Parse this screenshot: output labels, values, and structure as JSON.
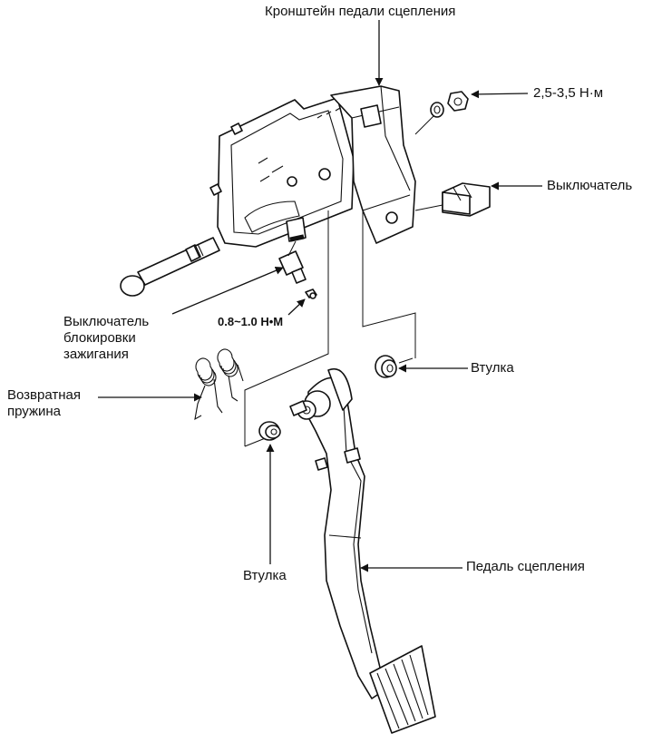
{
  "labels": {
    "bracket": "Кронштейн педали сцепления",
    "torque_top": "2,5-3,5 Н·м",
    "switch": "Выключатель",
    "ignition_switch": "Выключатель\nблокировки\nзажигания",
    "torque_small": "0.8~1.0 Н•М",
    "bushing_right": "Втулка",
    "return_spring": "Возвратная\nпружина",
    "bushing_left": "Втулка",
    "clutch_pedal": "Педаль сцепления"
  }
}
